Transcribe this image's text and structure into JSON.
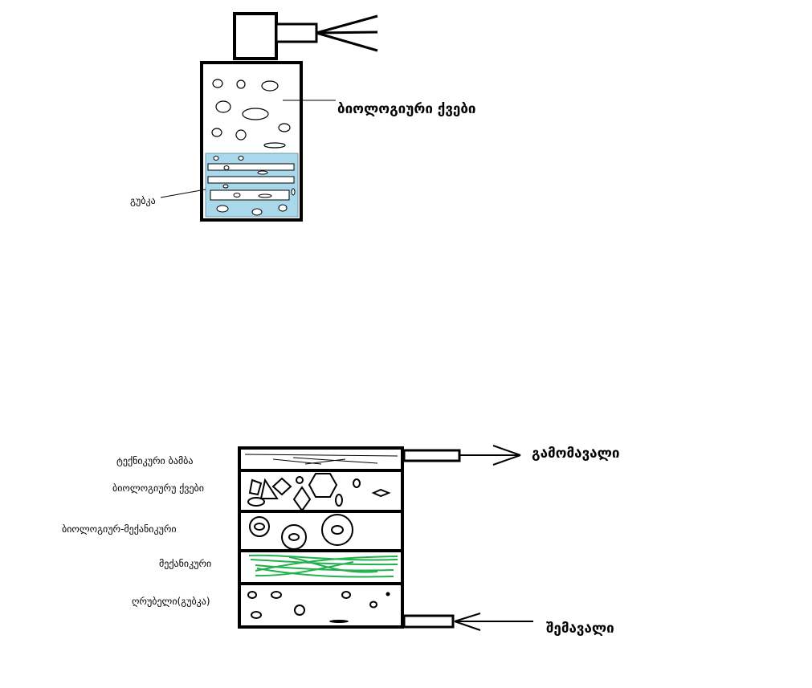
{
  "filter_device": {
    "label_biological_media": "ბიოლოგიური ქვები",
    "label_sponge": "გუბკა"
  },
  "layered_filter": {
    "outlet_label": "გამომავალი",
    "inlet_label": "შემავალი",
    "layers": [
      "ტექნიკური ბამბა",
      "ბიოლოგიურუ ქვები",
      "ბიოლოგიურ-მექანიკური",
      "მექანიკური",
      "ღრუბელი(გუბკა)"
    ]
  },
  "colors": {
    "water": "#a8d8ea",
    "green_fiber": "#22b14c",
    "stroke": "#000000"
  }
}
